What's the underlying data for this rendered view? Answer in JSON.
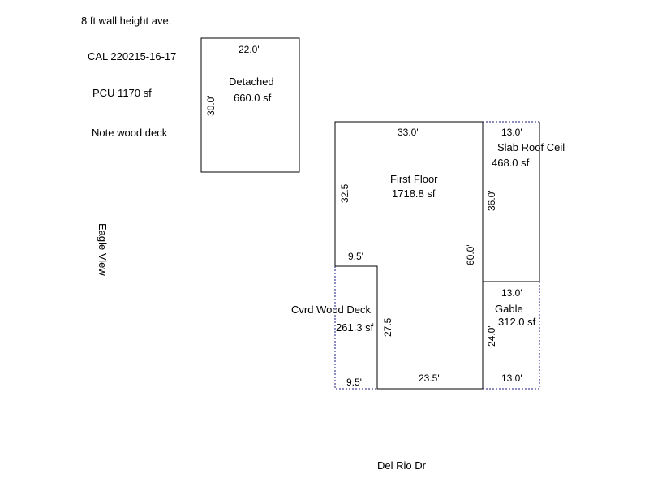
{
  "notes": {
    "wall_height": "8 ft wall height ave.",
    "cal_number": "CAL 220215-16-17",
    "pcu": "PCU 1170 sf",
    "wood_deck": "Note wood deck",
    "side_label": "Eagle View",
    "street": "Del Rio Dr"
  },
  "areas": {
    "detached": {
      "name": "Detached",
      "area": "660.0 sf",
      "dim_top": "22.0'",
      "dim_left": "30.0'"
    },
    "first_floor": {
      "name": "First Floor",
      "area": "1718.8 sf",
      "dim_top": "33.0'",
      "dim_left": "32.5'",
      "dim_notch": "9.5'",
      "dim_right": "60.0'",
      "dim_bottom": "23.5'",
      "dim_inner": "27.5'"
    },
    "slab_roof": {
      "name": "Slab Roof Ceil",
      "area": "468.0 sf",
      "dim_top": "13.0'",
      "dim_left": "36.0'"
    },
    "gable": {
      "name": "Gable",
      "area": "312.0 sf",
      "dim_top": "13.0'",
      "dim_left": "24.0'",
      "dim_bottom": "13.0'"
    },
    "deck": {
      "name": "Cvrd Wood Deck",
      "area": "261.3 sf",
      "dim_bottom": "9.5'"
    }
  }
}
